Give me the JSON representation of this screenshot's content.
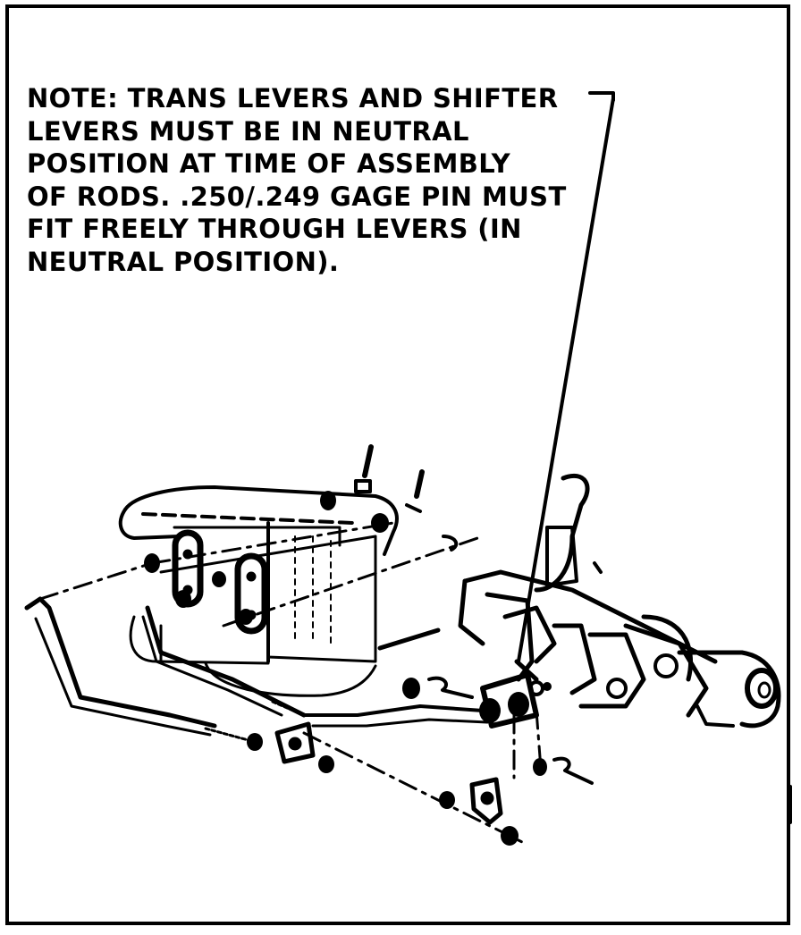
{
  "note": {
    "lines": [
      "NOTE:  TRANS LEVERS AND SHIFTER",
      "LEVERS MUST BE IN NEUTRAL",
      "POSITION AT TIME OF ASSEMBLY",
      "OF RODS.  .250/.249 GAGE PIN MUST",
      "FIT FREELY THROUGH LEVERS (IN",
      "NEUTRAL POSITION)."
    ]
  },
  "colors": {
    "ink": "#000000",
    "paper": "#ffffff"
  },
  "icons": [
    "transmission-housing",
    "shifter-assembly",
    "shift-rod",
    "lever",
    "retainer-clip",
    "washer",
    "gage-pin"
  ]
}
